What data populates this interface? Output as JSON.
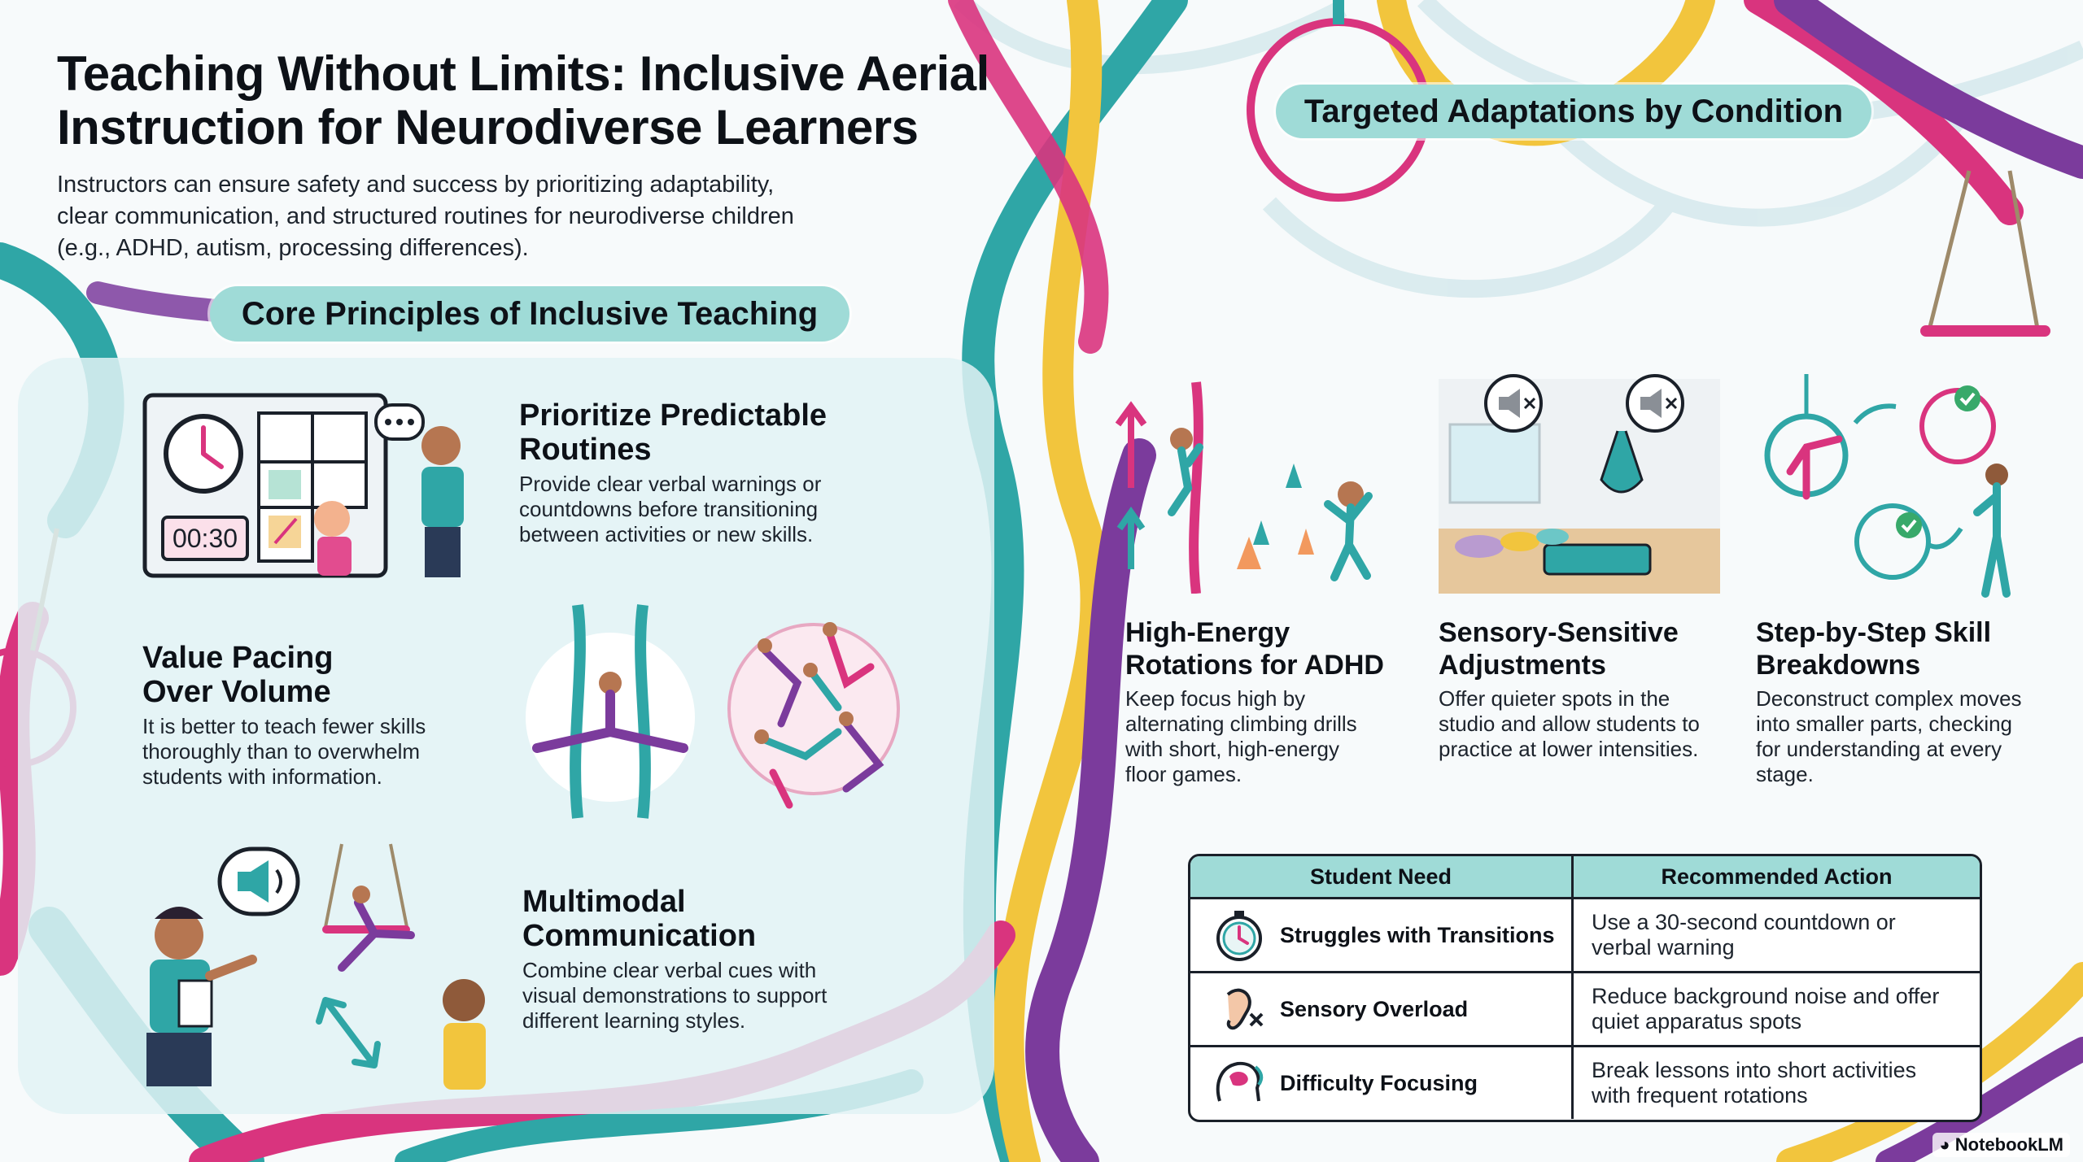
{
  "header": {
    "title_line1": "Teaching Without Limits: Inclusive Aerial",
    "title_line2": "Instruction for Neurodiverse Learners",
    "subtitle_line1": "Instructors can ensure safety and success by prioritizing adaptability,",
    "subtitle_line2": "clear communication, and structured routines for neurodiverse children",
    "subtitle_line3": "(e.g., ADHD, autism, processing differences)."
  },
  "core": {
    "heading": "Core Principles of Inclusive Teaching",
    "routines": {
      "title_line1": "Prioritize Predictable",
      "title_line2": "Routines",
      "body_line1": "Provide clear verbal warnings or",
      "body_line2": "countdowns before transitioning",
      "body_line3": "between activities or new skills.",
      "timer_text": "00:30"
    },
    "pacing": {
      "title_line1": "Value Pacing",
      "title_line2": "Over Volume",
      "body_line1": "It is better to teach fewer skills",
      "body_line2": "thoroughly than to overwhelm",
      "body_line3": "students with information."
    },
    "multimodal": {
      "title_line1": "Multimodal",
      "title_line2": "Communication",
      "body_line1": "Combine clear verbal cues with",
      "body_line2": "visual demonstrations to support",
      "body_line3": "different learning styles."
    }
  },
  "targeted": {
    "heading": "Targeted Adaptations by Condition",
    "adhd": {
      "title_line1": "High-Energy",
      "title_line2": "Rotations for ADHD",
      "body_line1": "Keep focus high by",
      "body_line2": "alternating climbing drills",
      "body_line3": "with short, high-energy",
      "body_line4": "floor games."
    },
    "sensory": {
      "title_line1": "Sensory-Sensitive",
      "title_line2": "Adjustments",
      "body_line1": "Offer quieter spots in the",
      "body_line2": "studio and allow students to",
      "body_line3": "practice at lower intensities."
    },
    "stepbystep": {
      "title_line1": "Step-by-Step Skill",
      "title_line2": "Breakdowns",
      "body_line1": "Deconstruct complex moves",
      "body_line2": "into smaller parts, checking",
      "body_line3": "for understanding at every",
      "body_line4": "stage."
    }
  },
  "table": {
    "headers": [
      "Student Need",
      "Recommended Action"
    ],
    "rows": [
      {
        "icon": "stopwatch-icon",
        "need": "Struggles with Transitions",
        "action_line1": "Use a 30-second countdown or",
        "action_line2": "verbal warning"
      },
      {
        "icon": "ear-mute-icon",
        "need": "Sensory Overload",
        "action_line1": "Reduce background noise and offer",
        "action_line2": "quiet apparatus spots"
      },
      {
        "icon": "brain-focus-icon",
        "need": "Difficulty Focusing",
        "action_line1": "Break lessons into short activities",
        "action_line2": "with frequent rotations"
      }
    ]
  },
  "brand": "NotebookLM",
  "colors": {
    "teal": "#2fa6a6",
    "pink": "#d9347e",
    "purple": "#7b3b9c",
    "yellow": "#f2c53d",
    "pill": "#9fdbd7"
  }
}
